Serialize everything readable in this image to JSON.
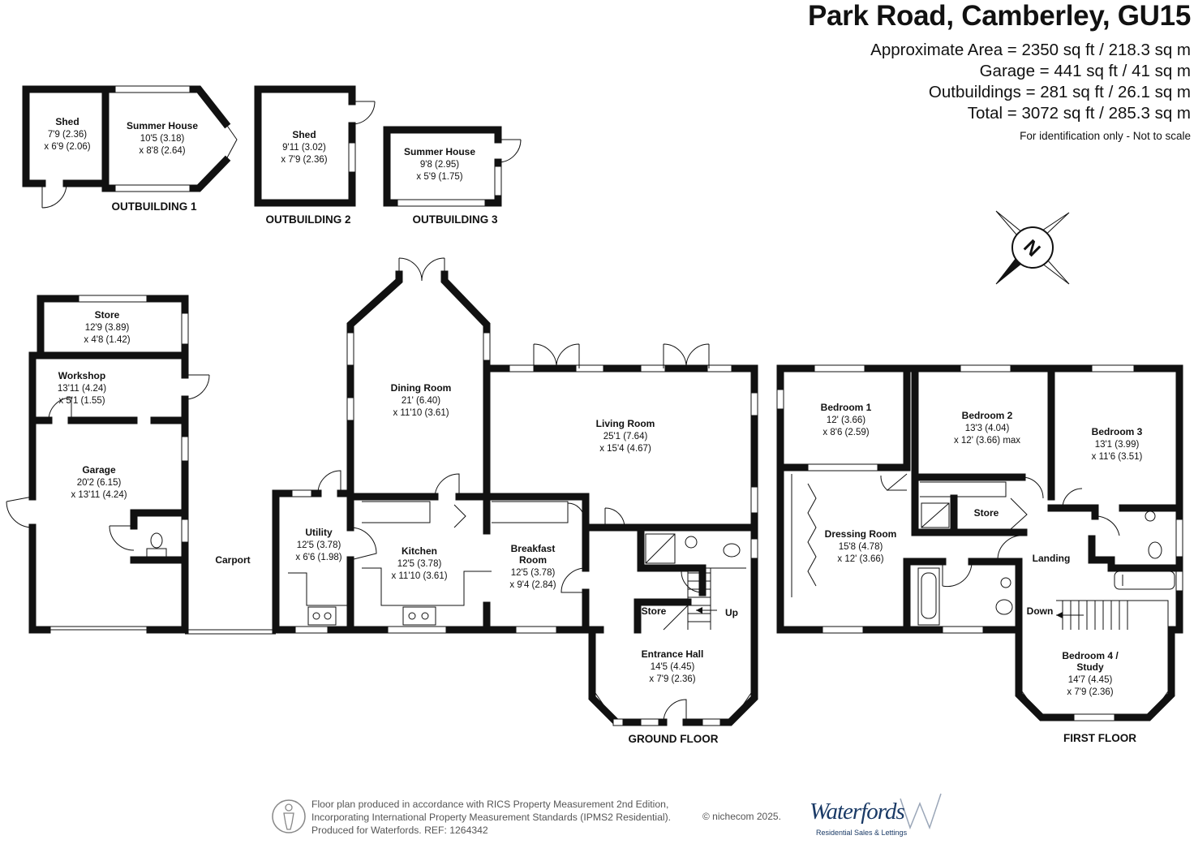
{
  "header": {
    "title": "Park Road, Camberley, GU15",
    "areas": [
      "Approximate Area = 2350 sq ft / 218.3 sq m",
      "Garage = 441 sq ft / 41 sq m",
      "Outbuildings = 281 sq ft / 26.1 sq m",
      "Total = 3072 sq ft / 285.3 sq m"
    ],
    "note": "For identification only - Not to scale"
  },
  "outbuildings": {
    "ob1": {
      "label": "OUTBUILDING 1",
      "shed": {
        "name": "Shed",
        "dim1": "7'9 (2.36)",
        "dim2": "x 6'9 (2.06)"
      },
      "summer": {
        "name": "Summer House",
        "dim1": "10'5 (3.18)",
        "dim2": "x 8'8 (2.64)"
      }
    },
    "ob2": {
      "label": "OUTBUILDING 2",
      "shed": {
        "name": "Shed",
        "dim1": "9'11 (3.02)",
        "dim2": "x 7'9 (2.36)"
      }
    },
    "ob3": {
      "label": "OUTBUILDING 3",
      "summer": {
        "name": "Summer House",
        "dim1": "9'8 (2.95)",
        "dim2": "x 5'9 (1.75)"
      }
    }
  },
  "ground_floor": {
    "label": "GROUND FLOOR",
    "store": {
      "name": "Store",
      "dim1": "12'9 (3.89)",
      "dim2": "x 4'8 (1.42)"
    },
    "workshop": {
      "name": "Workshop",
      "dim1": "13'11 (4.24)",
      "dim2": "x 5'1 (1.55)"
    },
    "garage": {
      "name": "Garage",
      "dim1": "20'2 (6.15)",
      "dim2": "x 13'11 (4.24)"
    },
    "carport": "Carport",
    "utility": {
      "name": "Utility",
      "dim1": "12'5 (3.78)",
      "dim2": "x 6'6 (1.98)"
    },
    "dining": {
      "name": "Dining Room",
      "dim1": "21' (6.40)",
      "dim2": "x 11'10 (3.61)"
    },
    "kitchen": {
      "name": "Kitchen",
      "dim1": "12'5 (3.78)",
      "dim2": "x 11'10 (3.61)"
    },
    "breakfast": {
      "name1": "Breakfast",
      "name2": "Room",
      "dim1": "12'5 (3.78)",
      "dim2": "x 9'4 (2.84)"
    },
    "living": {
      "name": "Living Room",
      "dim1": "25'1 (7.64)",
      "dim2": "x 15'4 (4.67)"
    },
    "hall_store": "Store",
    "up": "Up",
    "hall": {
      "name": "Entrance Hall",
      "dim1": "14'5 (4.45)",
      "dim2": "x 7'9 (2.36)"
    }
  },
  "first_floor": {
    "label": "FIRST FLOOR",
    "bed1": {
      "name": "Bedroom 1",
      "dim1": "12' (3.66)",
      "dim2": "x 8'6 (2.59)"
    },
    "bed2": {
      "name": "Bedroom 2",
      "dim1": "13'3 (4.04)",
      "dim2": "x 12' (3.66) max"
    },
    "bed3": {
      "name": "Bedroom 3",
      "dim1": "13'1 (3.99)",
      "dim2": "x 11'6 (3.51)"
    },
    "dressing": {
      "name": "Dressing Room",
      "dim1": "15'8 (4.78)",
      "dim2": "x 12' (3.66)"
    },
    "store": "Store",
    "landing": "Landing",
    "down": "Down",
    "bed4": {
      "name1": "Bedroom 4 /",
      "name2": "Study",
      "dim1": "14'7 (4.45)",
      "dim2": "x 7'9 (2.36)"
    }
  },
  "compass": {
    "letter": "N"
  },
  "footer": {
    "line1": "Floor plan produced in accordance with RICS Property Measurement 2nd Edition,",
    "line2": "Incorporating International Property Measurement Standards (IPMS2 Residential).",
    "line3": "Produced for Waterfords.   REF:  1264342",
    "copyright": "© nichecom 2025.",
    "logo": "Waterfords",
    "logo_tagline": "Residential Sales & Lettings"
  }
}
